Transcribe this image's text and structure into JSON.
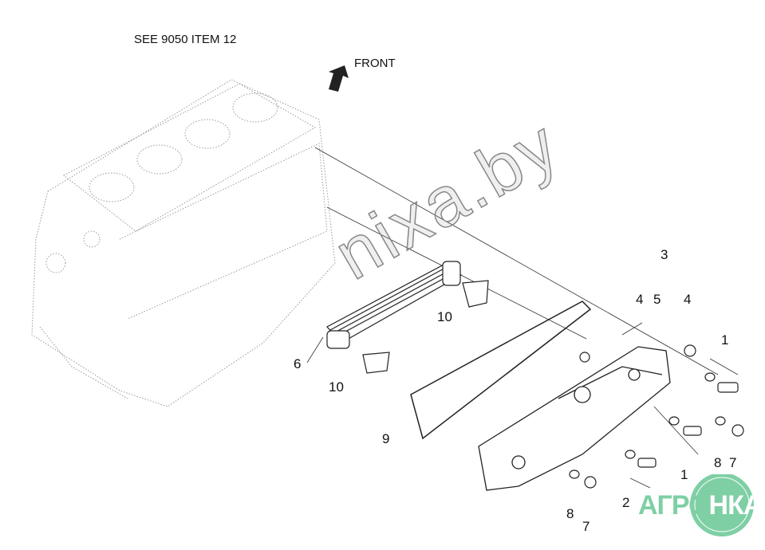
{
  "header": {
    "reference": "SEE 9050 ITEM 12",
    "direction": "FRONT"
  },
  "callouts": [
    "3",
    "4",
    "5",
    "4",
    "1",
    "10",
    "6",
    "10",
    "9",
    "8",
    "7",
    "1",
    "2",
    "8",
    "7"
  ],
  "watermark": "nixa.by",
  "logo": {
    "left": "АГРО",
    "right": "НКА",
    "color": "#7fcfa5"
  }
}
